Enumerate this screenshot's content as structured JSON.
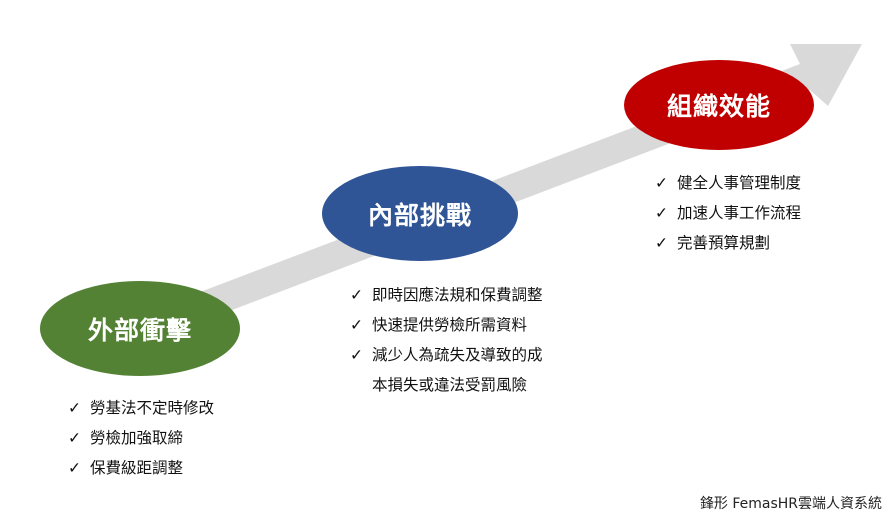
{
  "stages": [
    {
      "title": "外部衝擊",
      "color": "#548235",
      "items": [
        "勞基法不定時修改",
        "勞檢加強取締",
        "保費級距調整"
      ]
    },
    {
      "title": "內部挑戰",
      "color": "#2f5597",
      "items": [
        "即時因應法規和保費調整",
        "快速提供勞檢所需資料",
        "減少人為疏失及導致的成"
      ],
      "continuation": "本損失或違法受罰風險"
    },
    {
      "title": "組織效能",
      "color": "#c00000",
      "items": [
        "健全人事管理制度",
        "加速人事工作流程",
        "完善預算規劃"
      ]
    }
  ],
  "check_mark": "✓",
  "arrow_color": "#d9d9d9",
  "footer": "鋒形 FemasHR雲端人資系統"
}
